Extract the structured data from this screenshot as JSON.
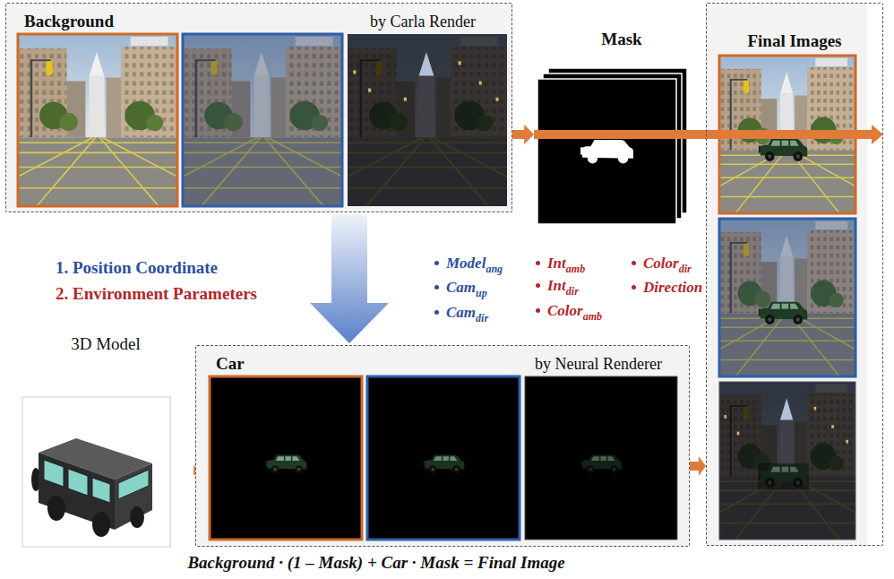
{
  "diagram": {
    "caption": "Background · (1 – Mask) + Car · Mask = Final Image",
    "nodes": [
      {
        "text": [
          "Background",
          "by Carla Render"
        ]
      },
      {
        "text": [
          "Mask"
        ]
      },
      {
        "text": [
          "Final Images"
        ]
      },
      {
        "text": [
          "3D Model"
        ]
      },
      {
        "text": [
          "Car",
          "by Neural Renderer"
        ]
      }
    ],
    "edges": [
      {
        "from": 0,
        "to": 1,
        "arrow": "to"
      },
      {
        "from": 1,
        "to": 2,
        "arrow": "to"
      },
      {
        "from": 0,
        "to": 4,
        "arrow": "to"
      },
      {
        "from": 3,
        "to": 4,
        "arrow": "to"
      },
      {
        "from": 4,
        "to": 2,
        "arrow": "to"
      }
    ],
    "labels": [
      "1. Position Coordinate",
      "2. Environment Parameters",
      "Model",
      "ang",
      "Cam",
      "up",
      "Cam",
      "dir",
      "Int",
      "amb",
      "Int",
      "dir",
      "Color",
      "amb",
      "Color",
      "dir",
      "Direction"
    ]
  }
}
